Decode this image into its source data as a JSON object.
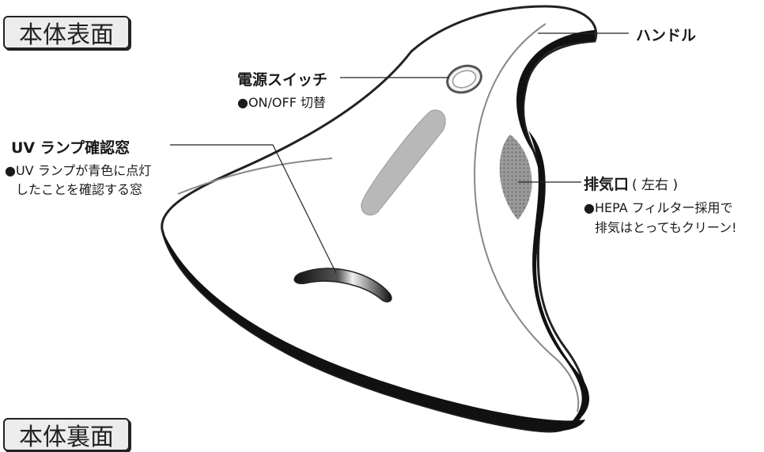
{
  "sections": {
    "front_title": "本体表面",
    "back_title": "本体裏面"
  },
  "callouts": {
    "handle": {
      "label": "ハンドル"
    },
    "power_switch": {
      "label": "電源スイッチ",
      "desc": "●ON/OFF 切替"
    },
    "uv_window": {
      "label": "UV ランプ確認窓",
      "desc_line1": "●UV ランプが青色に点灯",
      "desc_line2": "したことを確認する窓"
    },
    "exhaust": {
      "label_main": "排気口",
      "label_sub": "( 左右 )",
      "desc_line1": "●HEPA フィルター採用で",
      "desc_line2": "排気はとってもクリーン!"
    }
  }
}
